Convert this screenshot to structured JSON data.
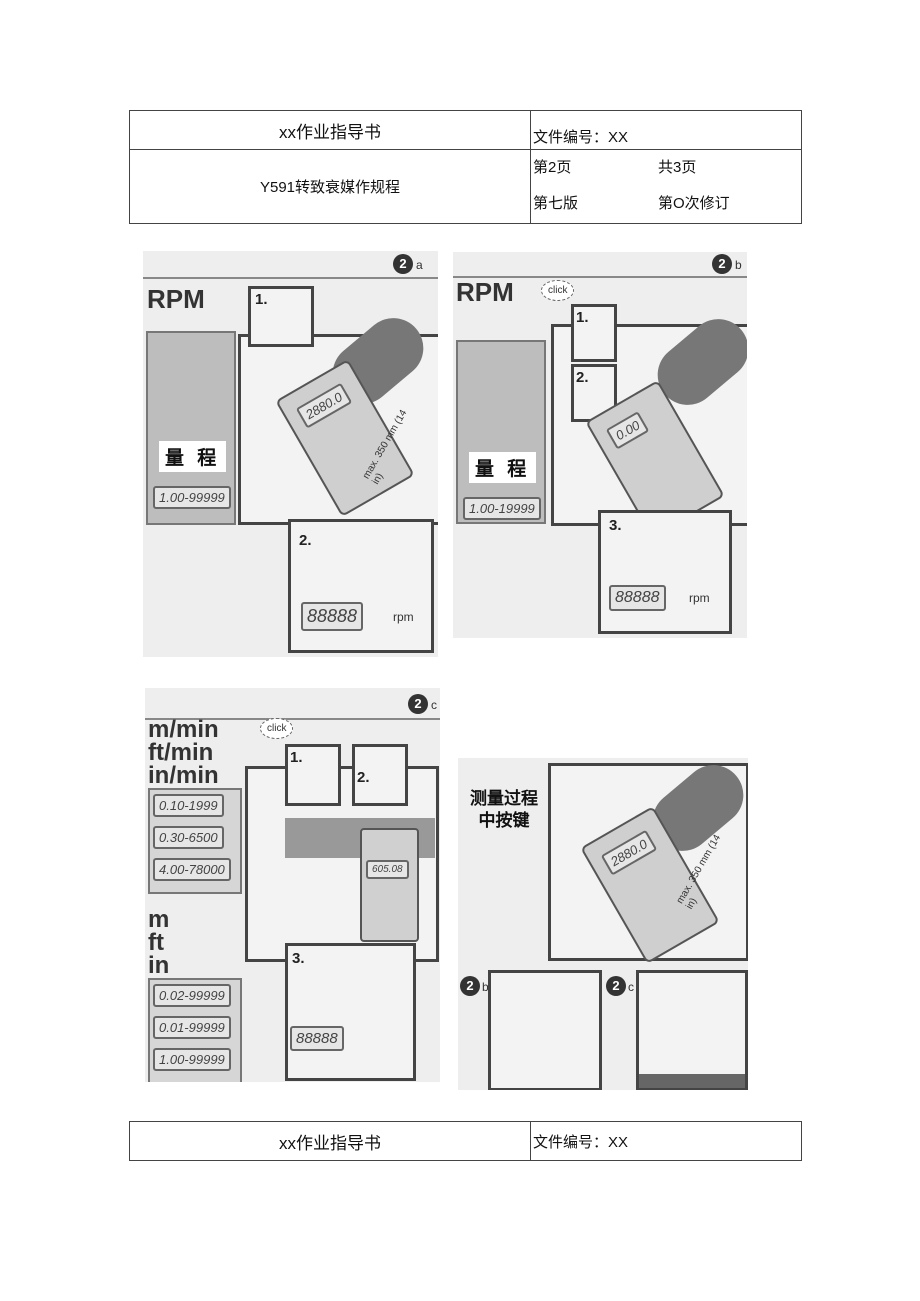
{
  "header": {
    "title": "xx作业指导书",
    "doc_no": "文件编号：XX",
    "procedure": "Y591转致衰媒作规程",
    "page": "第2页",
    "total": "共3页",
    "edition": "第七版",
    "revision": "第O次修订"
  },
  "footer": {
    "title": "xx作业指导书",
    "doc_no": "文件编号：XX"
  },
  "fig_a": {
    "badge": "2",
    "badge_suffix": "a",
    "mode": "RPM",
    "range_label": "量 程",
    "range": "1.00-99999",
    "step1": "1.",
    "step2": "2.",
    "display": "88888",
    "unit": "rpm",
    "lcd": "2880.0",
    "distance": "max. 350 mm (14 in)"
  },
  "fig_b": {
    "badge": "2",
    "badge_suffix": "b",
    "mode": "RPM",
    "click": "click",
    "range_label": "量 程",
    "range": "1.00-19999",
    "step1": "1.",
    "step2": "2.",
    "step3": "3.",
    "display": "88888",
    "unit": "rpm",
    "lcd": "0.00"
  },
  "fig_c": {
    "badge": "2",
    "badge_suffix": "c",
    "units_speed": [
      "m/min",
      "ft/min",
      "in/min"
    ],
    "ranges_speed": [
      "0.10-1999",
      "0.30-6500",
      "4.00-78000"
    ],
    "units_len": [
      "m",
      "ft",
      "in"
    ],
    "ranges_len": [
      "0.02-99999",
      "0.01-99999",
      "1.00-99999"
    ],
    "click": "click",
    "step1": "1.",
    "step2": "2.",
    "step3": "3.",
    "display": "88888",
    "lcd": "605.08"
  },
  "fig_d": {
    "label": "测量过程中按键",
    "lcd": "2880.0",
    "distance": "max. 350 mm (14 in)",
    "b_badge": "2",
    "b_suffix": "b",
    "c_badge": "2",
    "c_suffix": "c"
  }
}
